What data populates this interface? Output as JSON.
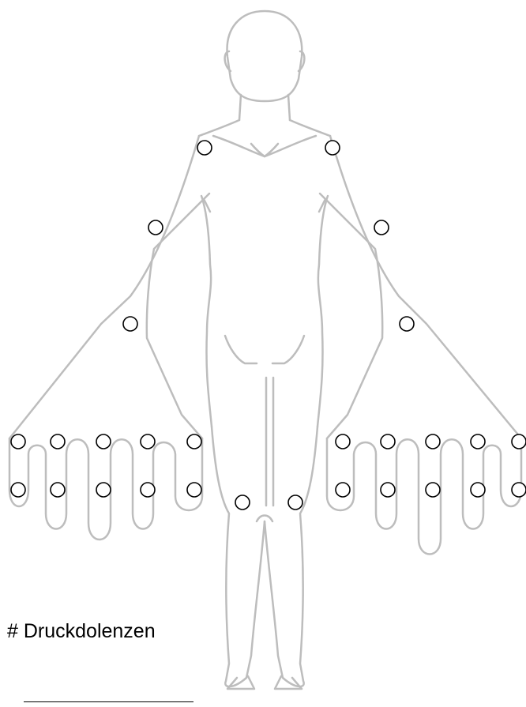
{
  "count_label": "# Druckdolenzen",
  "answer_value": "",
  "joints": [
    {
      "id": "shoulder-right"
    },
    {
      "id": "shoulder-left"
    },
    {
      "id": "elbow-right"
    },
    {
      "id": "elbow-left"
    },
    {
      "id": "wrist-right"
    },
    {
      "id": "wrist-left"
    },
    {
      "id": "right-hand-mcp-1"
    },
    {
      "id": "right-hand-mcp-2"
    },
    {
      "id": "right-hand-mcp-3"
    },
    {
      "id": "right-hand-mcp-4"
    },
    {
      "id": "right-hand-mcp-5"
    },
    {
      "id": "right-hand-pip-1"
    },
    {
      "id": "right-hand-pip-2"
    },
    {
      "id": "right-hand-pip-3"
    },
    {
      "id": "right-hand-pip-4"
    },
    {
      "id": "right-hand-pip-5"
    },
    {
      "id": "left-hand-mcp-1"
    },
    {
      "id": "left-hand-mcp-2"
    },
    {
      "id": "left-hand-mcp-3"
    },
    {
      "id": "left-hand-mcp-4"
    },
    {
      "id": "left-hand-mcp-5"
    },
    {
      "id": "left-hand-pip-1"
    },
    {
      "id": "left-hand-pip-2"
    },
    {
      "id": "left-hand-pip-3"
    },
    {
      "id": "left-hand-pip-4"
    },
    {
      "id": "left-hand-pip-5"
    },
    {
      "id": "knee-right"
    },
    {
      "id": "knee-left"
    }
  ]
}
